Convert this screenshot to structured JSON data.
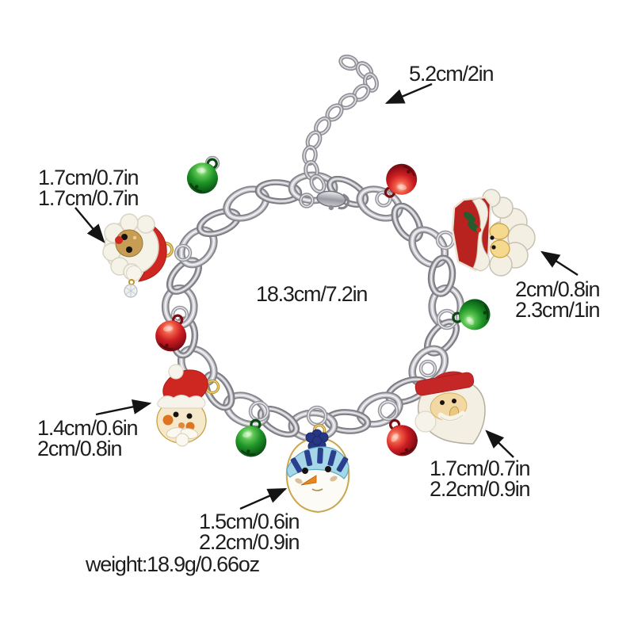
{
  "annotations": [
    {
      "id": "extension-chain-length",
      "lines": [
        "5.2cm/2in"
      ]
    },
    {
      "id": "santa-hat-charm-size",
      "lines": [
        "1.7cm/0.7in",
        "1.7cm/0.7in"
      ]
    },
    {
      "id": "bracelet-length",
      "lines": [
        "18.3cm/7.2in"
      ]
    },
    {
      "id": "santa-side-charm-size",
      "lines": [
        "2cm/0.8in",
        "2.3cm/1in"
      ]
    },
    {
      "id": "santa-left-charm-size",
      "lines": [
        "1.4cm/0.6in",
        "2cm/0.8in"
      ]
    },
    {
      "id": "snowman-charm-size",
      "lines": [
        "1.5cm/0.6in",
        "2.2cm/0.9in"
      ]
    },
    {
      "id": "santa-right-charm-size",
      "lines": [
        "1.7cm/0.7in",
        "2.2cm/0.9in"
      ]
    },
    {
      "id": "weight",
      "lines": [
        "weight:18.9g/0.66oz"
      ]
    }
  ],
  "charms": [
    "santa-hat-with-crystal",
    "santa-face-sideways",
    "santa-face",
    "snowman",
    "santa-face-heart"
  ],
  "bells": {
    "red_count": 3,
    "green_count": 3
  },
  "colors": {
    "background": "#ffffff",
    "text": "#1e1e1e",
    "chain_silver": "#a9a9af",
    "bell_red": "#cc1d22",
    "bell_green": "#1f9328",
    "santa_red": "#ce2722",
    "enamel_white": "#f4f0e4",
    "face_tan": "#f2d9a4",
    "hat_blue_light": "#a5d7e8",
    "hat_blue_dark": "#2b3f8f",
    "gold": "#bf9428"
  }
}
